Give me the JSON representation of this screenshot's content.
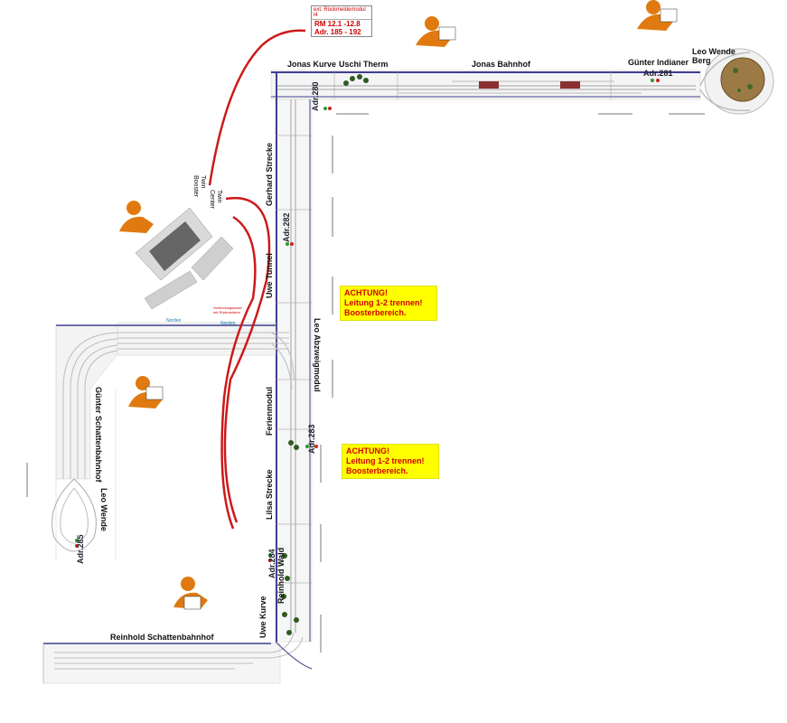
{
  "module_labels": {
    "jonas_kurve": "Jonas Kurve",
    "uschi_therm": "Uschi Therm",
    "jonas_bahnhof": "Jonas Bahnhof",
    "guenter_indianer": "Günter Indianer",
    "leo_wende_berg": "Leo Wende\nBerg",
    "gerhard_strecke": "Gerhard Strecke",
    "uwe_tunnel": "Uwe Tunnel",
    "leo_abzweigmodul": "Leo Abzweigmodul",
    "ferienmodul": "Ferienmodul",
    "lilsa_strecke": "Lilsa Strecke",
    "reinhold_wald": "Reinhold Wald",
    "uwe_kurve": "Uwe Kurve",
    "reinhold_schattenbahnhof": "Reinhold Schattenbahnhof",
    "guenter_schattenbahnhof": "Günter Schattenbahnhof",
    "leo_wende": "Leo Wende"
  },
  "addresses": {
    "adr280": "Adr.280",
    "adr281": "Adr.281",
    "adr282": "Adr.282",
    "adr283": "Adr.283",
    "adr284": "Adr.284",
    "adr285": "Adr.285"
  },
  "feedback_box": {
    "header": "ext. Rückmeldemodul l4",
    "line1": "RM 12.1 -12.8",
    "line2": "Adr. 185 - 192"
  },
  "warnings": {
    "w1": "ACHTUNG!\nLeitung 1-2 trennen!\nBoosterbereich.",
    "w2": "ACHTUNG!\nLeitung 1-2 trennen!\nBoosterbereich."
  },
  "boxes": {
    "twin_booster": "Twin\nBooster",
    "twin_center": "Twin\nCenter"
  },
  "small_labels": {
    "norden_top": "Norden",
    "norden_mid": "Norden",
    "verbindung": "Verbindungskabel\nmit Rückmeldern"
  },
  "colors": {
    "cable": "#cc1a1a",
    "track": "#3f3f8f",
    "rail": "#bdbdbd",
    "person": "#e07a10",
    "warn_bg": "#ffff00",
    "warn_text": "#d40000"
  }
}
